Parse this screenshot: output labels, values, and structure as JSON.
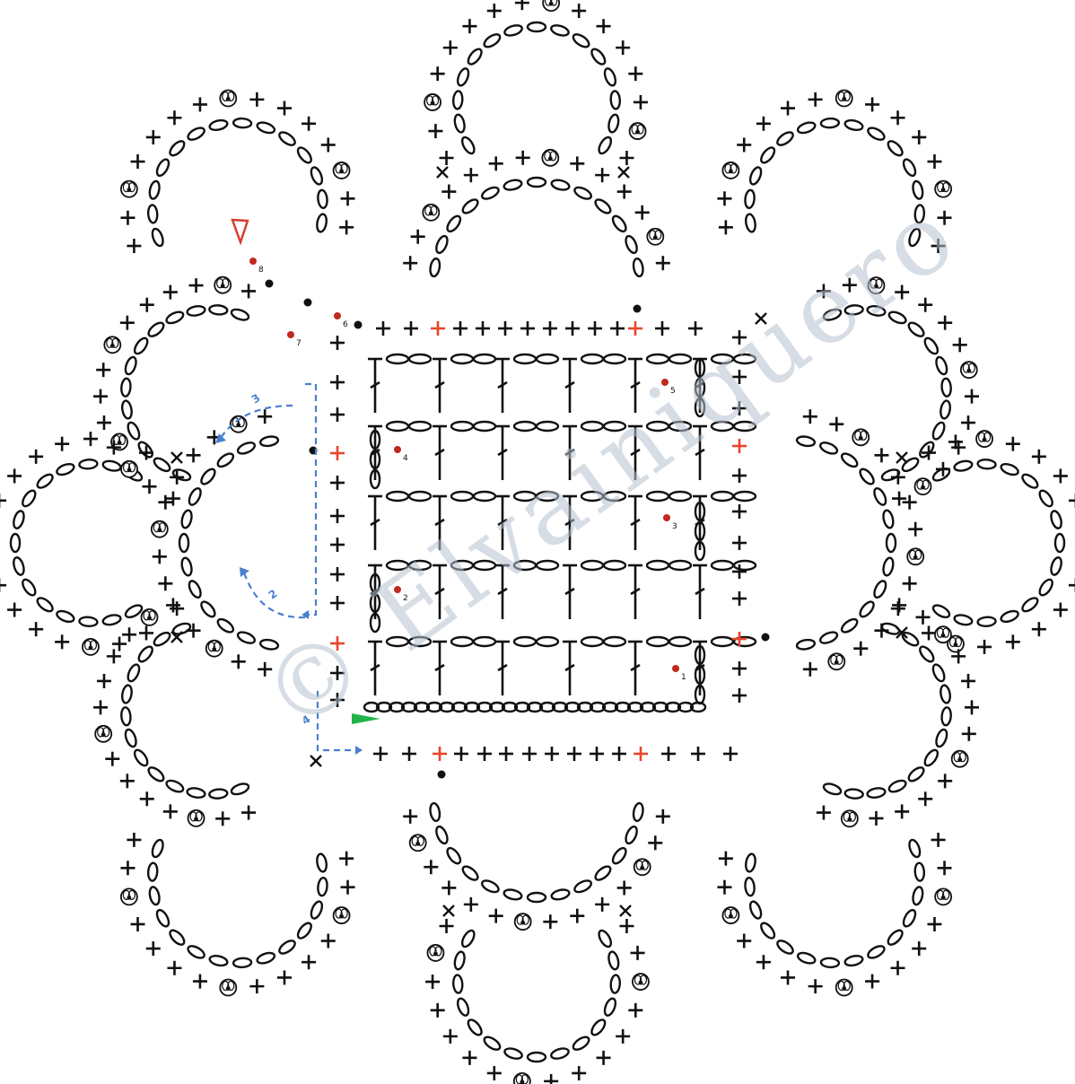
{
  "diagram": {
    "round_labels": [
      "1",
      "2",
      "3",
      "4",
      "5",
      "6",
      "7",
      "8"
    ],
    "arrow_labels": [
      "2",
      "3",
      "4"
    ],
    "watermark": "© Elvainiquero",
    "colors": {
      "ink": "#111111",
      "accent_red": "#e8462a",
      "arrow_blue": "#4a7fd0",
      "marker_red": "#c0291e",
      "start_green": "#22b34a",
      "end_outline_red": "#d6392a"
    },
    "symbols": [
      "chain-oval",
      "single-crochet-plus",
      "double-crochet",
      "picot",
      "slip-stitch-dot",
      "start-triangle",
      "end-triangle"
    ]
  }
}
